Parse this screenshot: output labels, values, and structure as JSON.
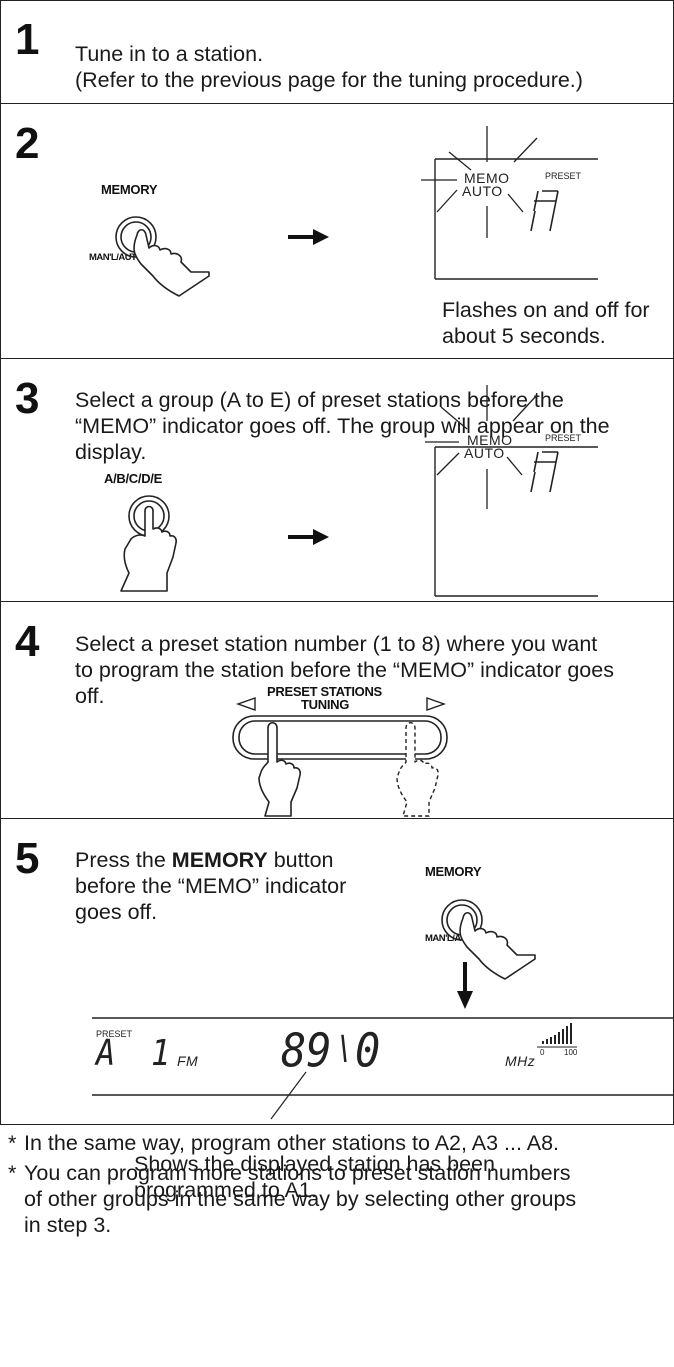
{
  "steps": [
    {
      "number": "1",
      "text_line1": "Tune in to a station.",
      "text_line2": "(Refer to the previous page for the tuning procedure.)"
    },
    {
      "number": "2",
      "button_label": "MEMORY",
      "button_sublabel": "MAN'L/AUTO",
      "display_memo": "MEMO",
      "display_auto": "AUTO",
      "display_preset": "PRESET",
      "display_group": "A",
      "caption_line1": "Flashes on and off for",
      "caption_line2": "about 5 seconds."
    },
    {
      "number": "3",
      "text_line1": "Select a group (A to E) of preset stations before the",
      "text_line2": "“MEMO” indicator goes off. The group will appear on the",
      "text_line3": "display.",
      "button_label": "A/B/C/D/E",
      "display_memo": "MEMO",
      "display_auto": "AUTO",
      "display_preset": "PRESET",
      "display_group": "A"
    },
    {
      "number": "4",
      "text_line1": "Select a preset station number (1 to 8) where you want",
      "text_line2": "to program the station before the “MEMO” indicator goes",
      "text_line3": "off.",
      "label_line1": "PRESET STATIONS",
      "label_line2": "TUNING"
    },
    {
      "number": "5",
      "text_pre": "Press the ",
      "text_bold": "MEMORY",
      "text_post": " button",
      "text_line2": "before the “MEMO” indicator",
      "text_line3": "goes off.",
      "button_label": "MEMORY",
      "button_sublabel": "MAN'L/AUTO",
      "display": {
        "preset_label": "PRESET",
        "group": "A",
        "number": "1",
        "band": "FM",
        "freq_int": "89",
        "freq_dec": "0",
        "unit": "MHz",
        "meter_min": "0",
        "meter_max": "100"
      },
      "caption_line1": "Shows the displayed station has been",
      "caption_line2": "programmed to A1."
    }
  ],
  "notes": [
    {
      "star": "*",
      "line1": "In the same way, program other stations to A2, A3 ... A8."
    },
    {
      "star": "*",
      "line1": "You can program more stations to preset station numbers",
      "line2": "of other groups in the same way by selecting other groups",
      "line3": "in step 3."
    }
  ]
}
